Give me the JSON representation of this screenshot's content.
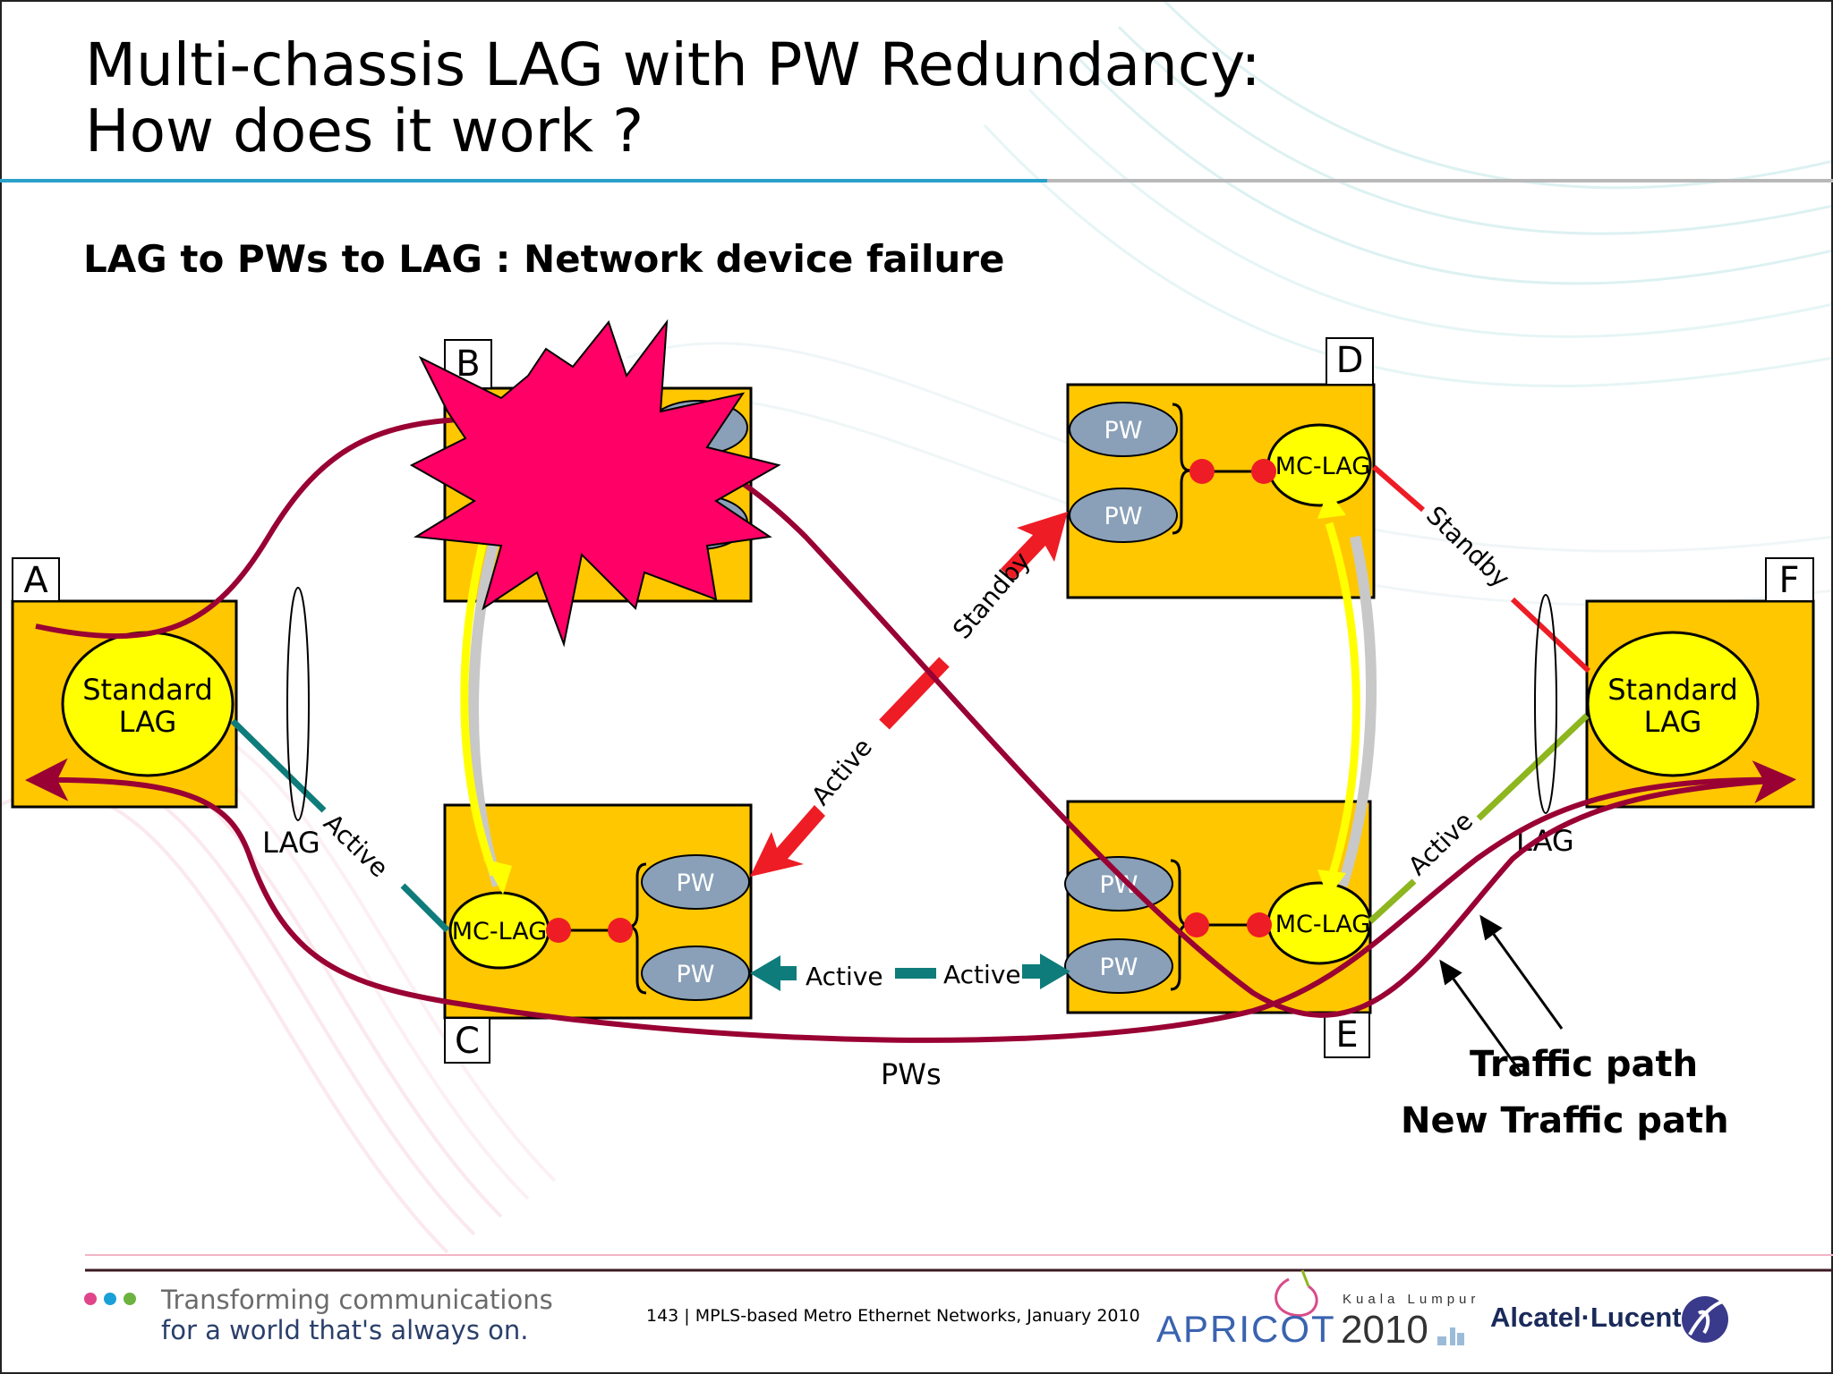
{
  "slide": {
    "title_line1": "Multi-chassis LAG with PW Redundancy:",
    "title_line2": "How does it work ?",
    "subtitle": "LAG to PWs to LAG : Network device failure"
  },
  "nodes": {
    "A": {
      "label": "A",
      "inner": [
        "Standard",
        "LAG"
      ]
    },
    "B": {
      "label": "B"
    },
    "C": {
      "label": "C",
      "mclag": "MC-LAG",
      "pw1": "PW",
      "pw2": "PW"
    },
    "D": {
      "label": "D",
      "mclag": "MC-LAG",
      "pw1": "PW",
      "pw2": "PW"
    },
    "E": {
      "label": "E",
      "mclag": "MC-LAG",
      "pw1": "PW",
      "pw2": "PW"
    },
    "F": {
      "label": "F",
      "inner": [
        "Standard",
        "LAG"
      ]
    }
  },
  "links": {
    "a_c_active": "Active",
    "lag_left": "LAG",
    "c_d_active": "Active",
    "c_d_standby": "Standby",
    "c_e_active_left": "Active",
    "c_e_active_right": "Active",
    "pws": "PWs",
    "d_f_standby": "Standby",
    "e_f_active": "Active",
    "lag_right": "LAG"
  },
  "legend": {
    "traffic_path": "Traffic path",
    "new_traffic_path": "New Traffic path"
  },
  "footer": {
    "tagline1": "Transforming communications",
    "tagline2": "for a world that's always on.",
    "center": "143 | MPLS-based Metro Ethernet Networks, January 2010",
    "apricot": "APRICOT",
    "year": "2010",
    "city": "Kuala Lumpur",
    "brand": "Alcatel·Lucent"
  },
  "colors": {
    "node_fill": "#ffc700",
    "lag_fill": "#ffff00",
    "pw_fill": "#8aa0b8",
    "traffic": "#990033",
    "active_red": "#ee1c25",
    "teal": "#0e7c7b",
    "green": "#8db61f",
    "burst": "#ff0066"
  }
}
